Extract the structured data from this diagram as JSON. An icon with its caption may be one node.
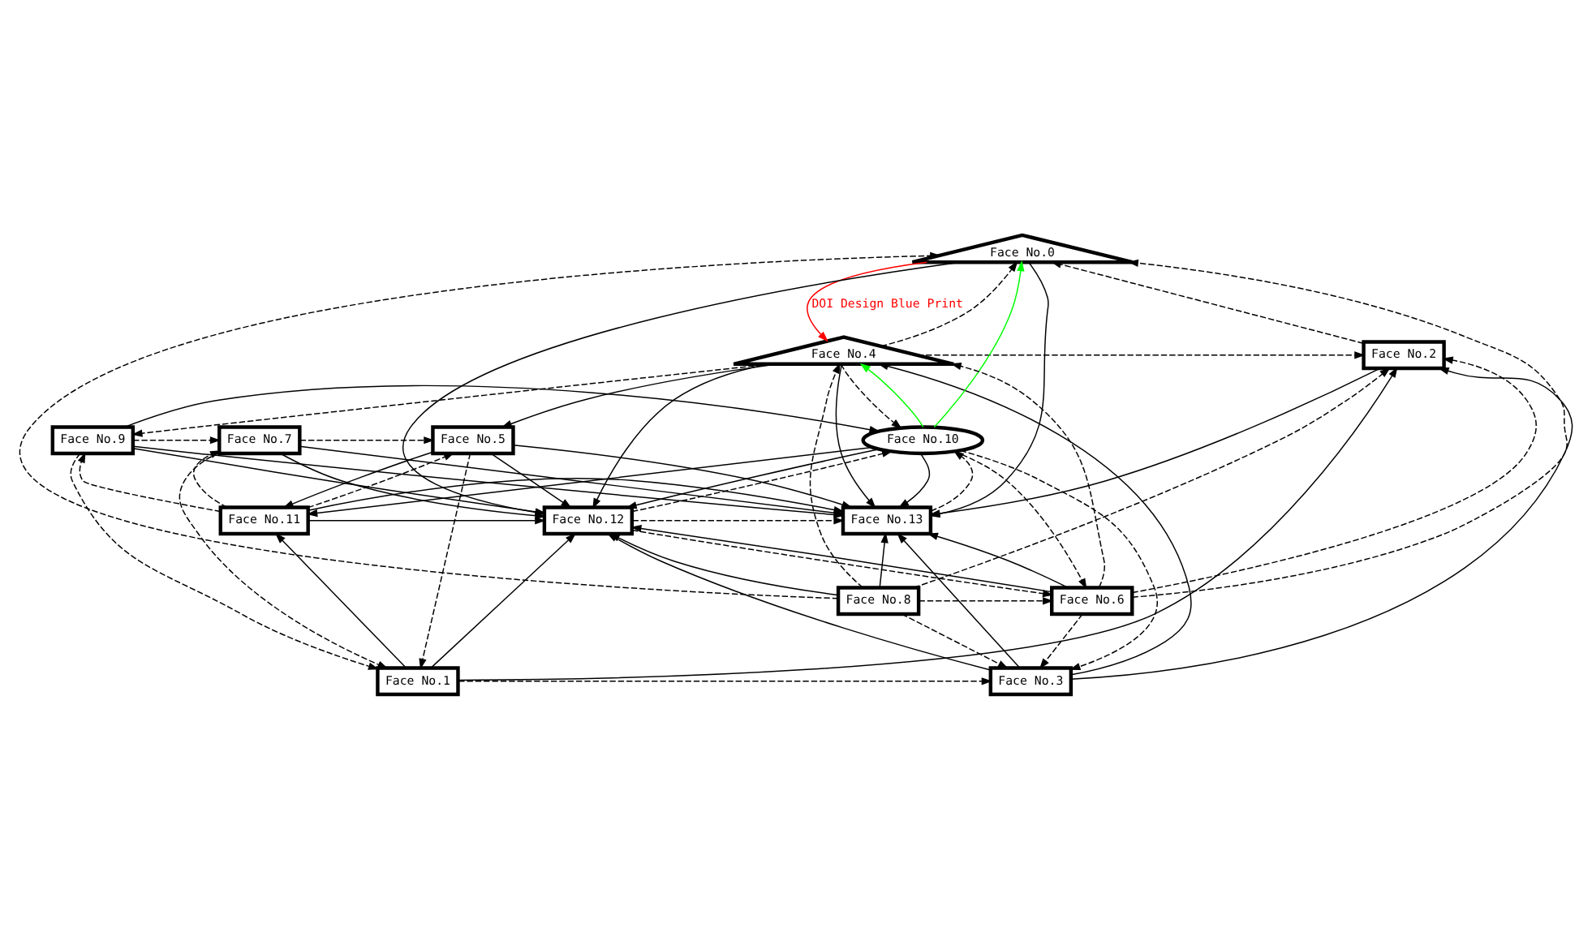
{
  "diagram": {
    "nodes": [
      {
        "text": [
          "Face No.0"
        ]
      },
      {
        "text": [
          "Face No.3"
        ]
      },
      {
        "text": [
          "Face No.1"
        ]
      },
      {
        "text": [
          "Face No.2"
        ]
      },
      {
        "text": [
          "Face No.4"
        ]
      },
      {
        "text": [
          "Face No.10"
        ]
      },
      {
        "text": [
          "Face No.9"
        ]
      },
      {
        "text": [
          "Face No.7"
        ]
      },
      {
        "text": [
          "Face No.5"
        ]
      },
      {
        "text": [
          "Face No.6"
        ]
      },
      {
        "text": [
          "Face No.8"
        ]
      },
      {
        "text": [
          "Face No.13"
        ]
      },
      {
        "text": [
          "Face No.12"
        ]
      },
      {
        "text": [
          "Face No.11"
        ]
      }
    ],
    "edges": [
      {
        "from": 2,
        "to": 1,
        "arrow": "to",
        "style": "dashed"
      },
      {
        "from": 4,
        "to": 3,
        "arrow": "to",
        "style": "dashed"
      },
      {
        "from": 6,
        "to": 7,
        "arrow": "to",
        "style": "dashed"
      },
      {
        "from": 7,
        "to": 8,
        "arrow": "to",
        "style": "dashed"
      },
      {
        "from": 10,
        "to": 9,
        "arrow": "to",
        "style": "dashed"
      },
      {
        "from": 12,
        "to": 11,
        "arrow": "to",
        "style": "dashed"
      },
      {
        "from": 13,
        "to": 12,
        "arrow": "to"
      },
      {
        "from": 6,
        "to": 5,
        "arrow": "to"
      },
      {
        "from": 0,
        "to": 4,
        "arrow": "to",
        "label": "DOI Design Blue Print",
        "color": "#ff0000"
      },
      {
        "from": 5,
        "to": 0,
        "arrow": "to",
        "color": "#00ff00"
      },
      {
        "from": 5,
        "to": 4,
        "arrow": "to",
        "color": "#00ff00"
      },
      {
        "from": 2,
        "to": 3,
        "arrow": "to"
      },
      {
        "from": 1,
        "to": 3,
        "arrow": "to"
      },
      {
        "from": 1,
        "to": 4,
        "arrow": "to"
      },
      {
        "from": 4,
        "to": 8,
        "arrow": "to"
      },
      {
        "from": 1,
        "to": 11,
        "arrow": "to"
      },
      {
        "from": 1,
        "to": 12,
        "arrow": "to"
      },
      {
        "from": 2,
        "to": 13,
        "arrow": "to"
      },
      {
        "from": 2,
        "to": 12,
        "arrow": "to"
      },
      {
        "from": 5,
        "to": 11,
        "arrow": "to"
      },
      {
        "from": 5,
        "to": 12,
        "arrow": "to"
      },
      {
        "from": 5,
        "to": 13,
        "arrow": "to"
      },
      {
        "from": 6,
        "to": 11,
        "arrow": "to"
      },
      {
        "from": 6,
        "to": 12,
        "arrow": "to"
      },
      {
        "from": 7,
        "to": 11,
        "arrow": "to"
      },
      {
        "from": 7,
        "to": 12,
        "arrow": "to"
      },
      {
        "from": 8,
        "to": 11,
        "arrow": "to"
      },
      {
        "from": 8,
        "to": 12,
        "arrow": "to"
      },
      {
        "from": 8,
        "to": 13,
        "arrow": "to"
      },
      {
        "from": 9,
        "to": 11,
        "arrow": "to"
      },
      {
        "from": 10,
        "to": 11,
        "arrow": "to"
      },
      {
        "from": 9,
        "to": 12,
        "arrow": "to"
      },
      {
        "from": 10,
        "to": 12,
        "arrow": "to"
      },
      {
        "from": 3,
        "to": 11,
        "arrow": "to"
      },
      {
        "from": 4,
        "to": 11,
        "arrow": "to"
      },
      {
        "from": 4,
        "to": 12,
        "arrow": "to"
      },
      {
        "from": 13,
        "to": 11,
        "arrow": "to"
      },
      {
        "from": 0,
        "to": 11,
        "arrow": "to"
      },
      {
        "from": 0,
        "to": 12,
        "arrow": "to"
      },
      {
        "from": 3,
        "to": 0,
        "arrow": "to",
        "style": "dashed"
      },
      {
        "from": 9,
        "to": 0,
        "arrow": "to",
        "style": "dashed"
      },
      {
        "from": 10,
        "to": 0,
        "arrow": "to",
        "style": "dashed"
      },
      {
        "from": 4,
        "to": 0,
        "arrow": "to",
        "style": "dashed"
      },
      {
        "from": 9,
        "to": 1,
        "arrow": "to",
        "style": "dashed"
      },
      {
        "from": 10,
        "to": 1,
        "arrow": "to",
        "style": "dashed"
      },
      {
        "from": 5,
        "to": 1,
        "arrow": "to",
        "style": "dashed"
      },
      {
        "from": 8,
        "to": 2,
        "arrow": "to",
        "style": "dashed"
      },
      {
        "from": 7,
        "to": 2,
        "arrow": "to",
        "style": "dashed"
      },
      {
        "from": 6,
        "to": 2,
        "arrow": "to",
        "style": "dashed"
      },
      {
        "from": 9,
        "to": 3,
        "arrow": "to",
        "style": "dashed"
      },
      {
        "from": 10,
        "to": 3,
        "arrow": "to",
        "style": "dashed"
      },
      {
        "from": 9,
        "to": 4,
        "arrow": "to",
        "style": "dashed"
      },
      {
        "from": 10,
        "to": 4,
        "arrow": "to",
        "style": "dashed"
      },
      {
        "from": 5,
        "to": 9,
        "arrow": "to",
        "style": "dashed"
      },
      {
        "from": 12,
        "to": 9,
        "arrow": "to",
        "style": "dashed"
      },
      {
        "from": 12,
        "to": 5,
        "arrow": "to",
        "style": "dashed"
      },
      {
        "from": 11,
        "to": 5,
        "arrow": "to",
        "style": "dashed"
      },
      {
        "from": 13,
        "to": 6,
        "arrow": "to",
        "style": "dashed"
      },
      {
        "from": 4,
        "to": 6,
        "arrow": "to",
        "style": "dashed"
      },
      {
        "from": 13,
        "to": 7,
        "arrow": "to",
        "style": "dashed"
      },
      {
        "from": 13,
        "to": 8,
        "arrow": "to",
        "style": "dashed"
      },
      {
        "from": 4,
        "to": 5,
        "arrow": "to",
        "style": "dashed"
      }
    ]
  }
}
